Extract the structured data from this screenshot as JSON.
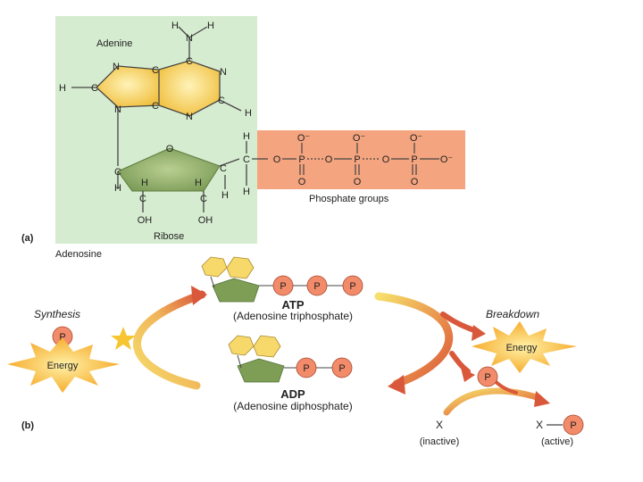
{
  "part_a": {
    "label": "(a)",
    "adenine_label": "Adenine",
    "ribose_label": "Ribose",
    "adenosine_label": "Adenosine",
    "phosphate_groups_label": "Phosphate groups",
    "atoms": {
      "H": "H",
      "N": "N",
      "C": "C",
      "O": "O",
      "OH": "OH",
      "P": "P",
      "O_minus": "O⁻"
    }
  },
  "part_b": {
    "label": "(b)",
    "synthesis_label": "Synthesis",
    "breakdown_label": "Breakdown",
    "energy_label": "Energy",
    "phosphate_symbol": "P",
    "atp_title": "ATP",
    "atp_subtitle": "(Adenosine triphosphate)",
    "adp_title": "ADP",
    "adp_subtitle": "(Adenosine diphosphate)",
    "x_symbol": "X",
    "inactive_label": "(inactive)",
    "active_label": "(active)"
  },
  "colors": {
    "adenosine_bg": "#d6ecd0",
    "phosphate_bg": "#f4a57f",
    "adenine_fill": "#f7cf55",
    "ribose_fill": "#8fb06a",
    "arrow_red": "#d9573a",
    "arrow_yellow": "#f4d560",
    "energy_burst": "#f7b733",
    "p_circle": "#f28b6a"
  }
}
